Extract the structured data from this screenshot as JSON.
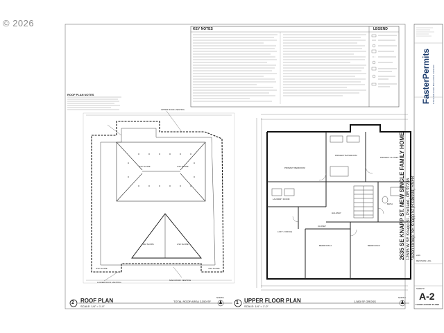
{
  "watermark": "© 2026",
  "key_notes": {
    "title": "KEY NOTES",
    "legend_title": "LEGEND"
  },
  "roof_plan": {
    "heading": "ROOF PLAN NOTES",
    "number": "2",
    "title": "ROOF PLAN",
    "scale": "SCALE: 1/4\" = 1'-0\"",
    "area": "TOTAL ROOF AREA 2,350 SF",
    "north": "NORTH",
    "upper_venting": "UPPER ROOF VENTING",
    "lower_venting": "LOWER ROOF VENTING",
    "main_venting": "MAIN ROOF VENTING",
    "slopes": [
      "4/12 SLOPE",
      "4/12 SLOPE",
      "4/12 SLOPE",
      "4/12 SLOPE",
      "4/12 SLOPE",
      "4/12 SLOPE"
    ]
  },
  "floor_plan": {
    "number": "1",
    "title": "UPPER FLOOR PLAN",
    "scale": "SCALE: 1/4\" = 1'-0\"",
    "area": "1,583 SF GROSS",
    "north": "NORTH",
    "rooms": {
      "primary_bedroom": "PRIMARY BEDROOM",
      "primary_bathroom": "PRIMARY BATHROOM",
      "primary_closet": "PRIMARY CLOSET",
      "laundry": "LAUNDRY ROOM",
      "loft_office": "LOFT / OFFICE",
      "bedroom2": "BEDROOM 2",
      "bedroom3": "BEDROOM 3",
      "bath": "BATH",
      "hallway": "HALLWAY",
      "closet": "CLOSET"
    }
  },
  "title_block": {
    "brand_line1": "Faster",
    "brand_line2": "Permits",
    "brand_tag": "STREAMLINED BUILDING DESIGN",
    "project_name": "2635 SE KNAPP ST. NEW SINGLE FAMILY HOME",
    "address": "12635 W SE Knapp St., Portland, OR 97236",
    "client": "*Aizen Group: SE Knapp St (R336994) RSFR",
    "date": "2/26",
    "revision_label": "REVISION LOG",
    "sheet_label": "SHEET#",
    "sheet_number": "A-2",
    "sheet_title": "FLOOR & ROOF PLANS"
  }
}
